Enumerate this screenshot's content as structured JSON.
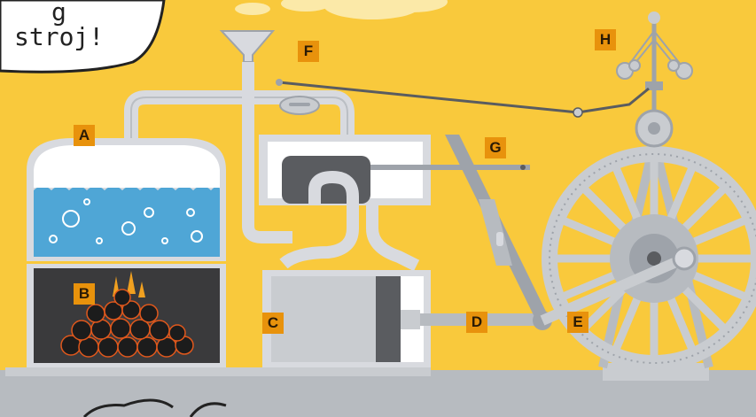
{
  "speech_bubble": {
    "lines": [
      "g",
      "stroj!"
    ]
  },
  "labels": {
    "A": "A",
    "B": "B",
    "C": "C",
    "D": "D",
    "E": "E",
    "F": "F",
    "G": "G",
    "H": "H"
  },
  "colors": {
    "background": "#F9C93C",
    "metal": "#D8DADF",
    "metal_dark": "#9EA3AA",
    "water": "#4FA6D6",
    "firebox": "#3A3A3C",
    "label_bg": "#E8920C",
    "floor": "#B7BBC0"
  }
}
